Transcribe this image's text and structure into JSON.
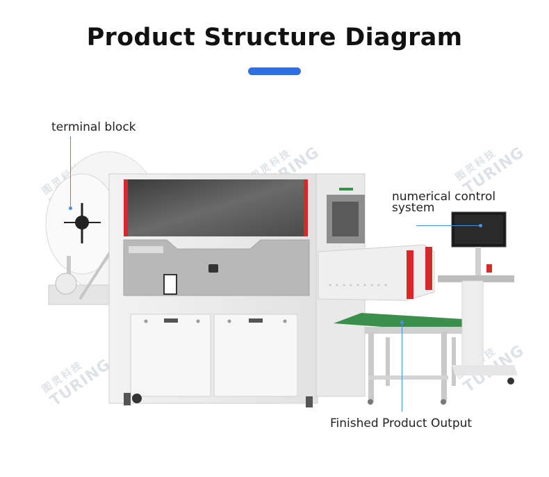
{
  "header": {
    "title": "Product Structure Diagram",
    "accent_color": "#2f6fe6"
  },
  "callouts": [
    {
      "id": "terminal-block",
      "label": "terminal block"
    },
    {
      "id": "numerical-control-system",
      "label_line1": "numerical control",
      "label_line2": "system"
    },
    {
      "id": "finished-product-output",
      "label": "Finished Product Output"
    }
  ],
  "watermark": {
    "brand": "TURING",
    "brand_cn": "图灵科技"
  },
  "colors": {
    "leader_line": "#4a8fe0",
    "machine_red": "#d62a2a",
    "conveyor_green": "#3a8f4a"
  }
}
